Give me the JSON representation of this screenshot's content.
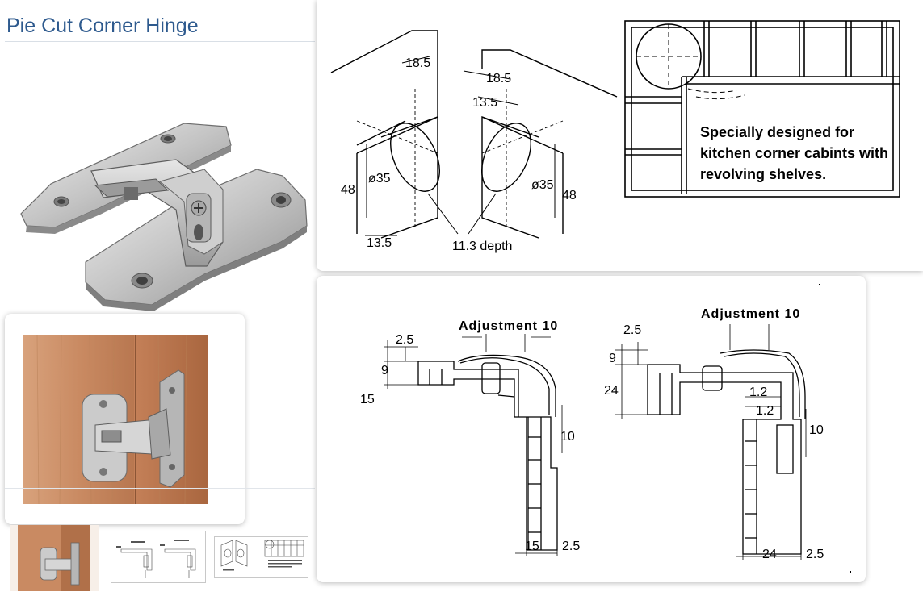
{
  "page": {
    "title": "Pie Cut Corner Hinge"
  },
  "top_diagram": {
    "dim_18_5_left": "18.5",
    "dim_18_5_right": "18.5",
    "dim_13_5_top": "13.5",
    "dim_d35_left": "ø35",
    "dim_d35_right": "ø35",
    "dim_48_left": "48",
    "dim_48_right": "48",
    "dim_13_5_bottom": "13.5",
    "depth_label": "11.3 depth",
    "note_line1": "Specially designed for",
    "note_line2": "kitchen corner cabints with",
    "note_line3": "revolving shelves."
  },
  "adjust_diagram": {
    "left": {
      "adjustment": "Adjustment 10",
      "dim_2_5_top": "2.5",
      "dim_9": "9",
      "dim_15_side": "15",
      "dim_10": "10",
      "dim_15_bottom": "15",
      "dim_2_5_bottom": "2.5"
    },
    "right": {
      "adjustment": "Adjustment 10",
      "dim_2_5_top": "2.5",
      "dim_9": "9",
      "dim_24_side": "24",
      "dim_1_2_a": "1.2",
      "dim_1_2_b": "1.2",
      "dim_10": "10",
      "dim_24_bottom": "24",
      "dim_2_5_bottom": "2.5"
    }
  },
  "thumbnails": [
    {
      "label": "hinge-on-cabinet"
    },
    {
      "label": "adjustment-drawing"
    },
    {
      "label": "corner-drawing"
    }
  ],
  "thumb_note": "Specially designed for kitchen corner cabinets with revolving shelves.",
  "colors": {
    "title": "#2e5a8e",
    "wood": "#c98a62",
    "metal": "#c9c9c9"
  }
}
